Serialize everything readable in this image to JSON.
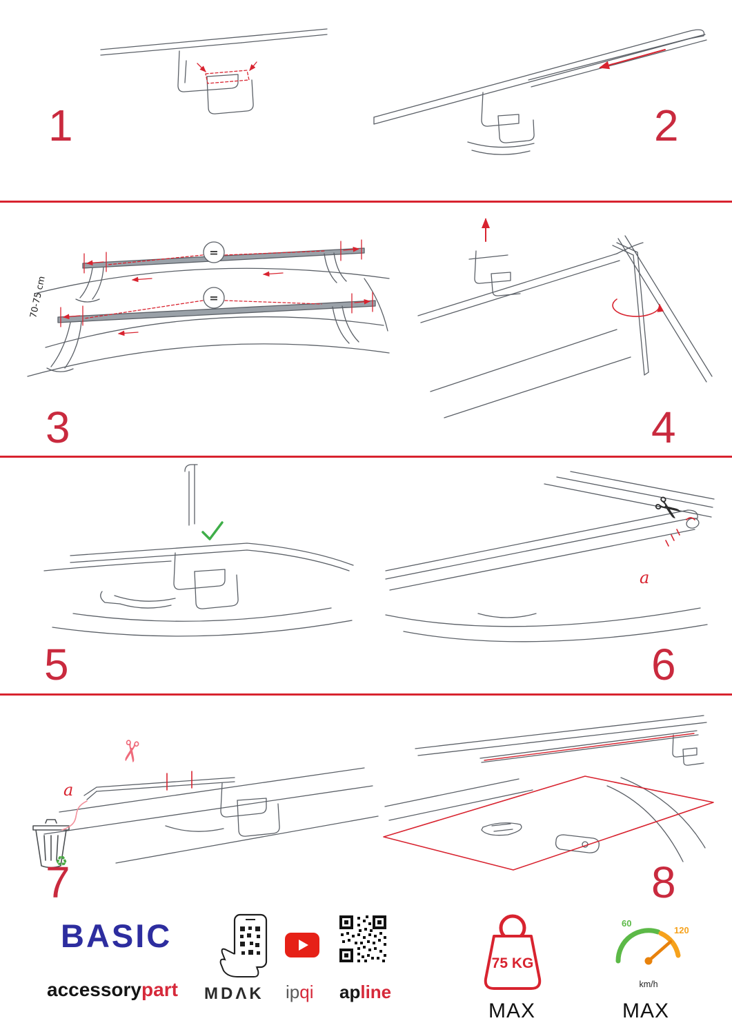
{
  "colors": {
    "accent_red": "#d8232f",
    "brand_blue": "#2d2d9f",
    "check_green": "#3fae49",
    "speed_green": "#5cb947",
    "speed_orange": "#f6a21c"
  },
  "steps": [
    {
      "number": "1"
    },
    {
      "number": "2"
    },
    {
      "number": "3",
      "dimension_label": "70-75 cm",
      "equal_symbol": "="
    },
    {
      "number": "4"
    },
    {
      "number": "5"
    },
    {
      "number": "6",
      "part_label": "a"
    },
    {
      "number": "7",
      "part_label": "a"
    },
    {
      "number": "8"
    }
  ],
  "icons": {
    "scissors_glyph": "✂",
    "recycle_glyph": "♻"
  },
  "footer": {
    "brand": "BASIC",
    "sub_brand": {
      "black": "accessory",
      "red": "part"
    },
    "logos": {
      "mdak": "MDΛK",
      "ipqi": {
        "gray": "ip",
        "red": "qi"
      },
      "apline": {
        "black": "ap",
        "red": "line"
      }
    },
    "load_limit": {
      "value": "75 KG",
      "label": "MAX"
    },
    "speed_limit": {
      "tick_low": "60",
      "tick_high": "120",
      "unit": "km/h",
      "label": "MAX"
    }
  }
}
